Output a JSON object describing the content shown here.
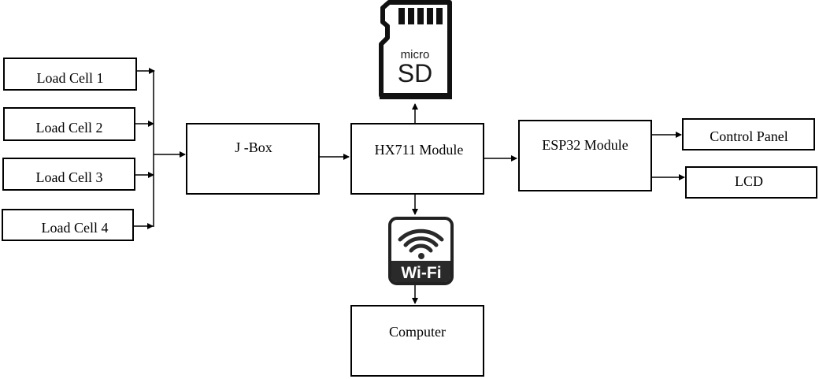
{
  "diagram": {
    "blocks": {
      "load_cell_1": "Load Cell 1",
      "load_cell_2": "Load Cell 2",
      "load_cell_3": "Load Cell 3",
      "load_cell_4": "Load Cell 4",
      "jbox": "J -Box",
      "hx711": "HX711 Module",
      "esp32": "ESP32 Module",
      "control_panel": "Control Panel",
      "lcd": "LCD",
      "computer": "Computer"
    },
    "icons": {
      "microsd": {
        "name": "microsd-card-icon",
        "line1": "micro",
        "line2": "SD"
      },
      "wifi": {
        "name": "wifi-icon",
        "label": "Wi-Fi"
      }
    },
    "edges": [
      [
        "load_cell_1",
        "jbox"
      ],
      [
        "load_cell_2",
        "jbox"
      ],
      [
        "load_cell_3",
        "jbox"
      ],
      [
        "load_cell_4",
        "jbox"
      ],
      [
        "jbox",
        "hx711"
      ],
      [
        "hx711",
        "microsd"
      ],
      [
        "hx711",
        "esp32"
      ],
      [
        "hx711",
        "wifi"
      ],
      [
        "wifi",
        "computer"
      ],
      [
        "esp32",
        "control_panel"
      ],
      [
        "esp32",
        "lcd"
      ]
    ]
  }
}
